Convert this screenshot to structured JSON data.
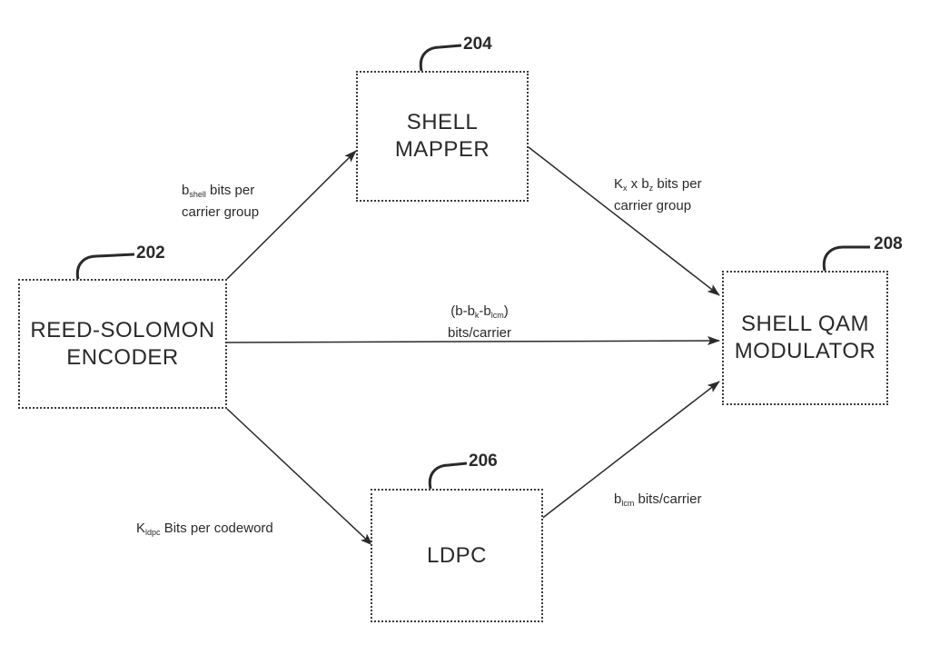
{
  "blocks": {
    "reed_solomon": {
      "ref": "202",
      "lines": [
        "REED-SOLOMON",
        "ENCODER"
      ]
    },
    "shell_mapper": {
      "ref": "204",
      "lines": [
        "SHELL",
        "MAPPER"
      ]
    },
    "ldpc": {
      "ref": "206",
      "lines": [
        "LDPC"
      ]
    },
    "shell_qam": {
      "ref": "208",
      "lines": [
        "SHELL QAM",
        "MODULATOR"
      ]
    }
  },
  "edges": {
    "rs_to_mapper": {
      "line1": {
        "pre": "b",
        "sub": "shell",
        "post": " bits per"
      },
      "line2": "carrier group"
    },
    "mapper_to_qam": {
      "line1": {
        "a": "K",
        "a_sub": "x",
        "mid": " x b",
        "b_sub": "z",
        "post": " bits per"
      },
      "line2": "carrier group"
    },
    "rs_to_qam": {
      "line1": {
        "p1": "(b-b",
        "s1": "k",
        "p2": "-b",
        "s2": "lcm",
        "p3": ")"
      },
      "line2": "bits/carrier"
    },
    "rs_to_ldpc": {
      "line1": {
        "pre": "K",
        "sub": "ldpc",
        "post": " Bits per codeword"
      }
    },
    "ldpc_to_qam": {
      "line1": {
        "pre": "b",
        "sub": "lcm",
        "post": " bits/carrier"
      }
    }
  }
}
